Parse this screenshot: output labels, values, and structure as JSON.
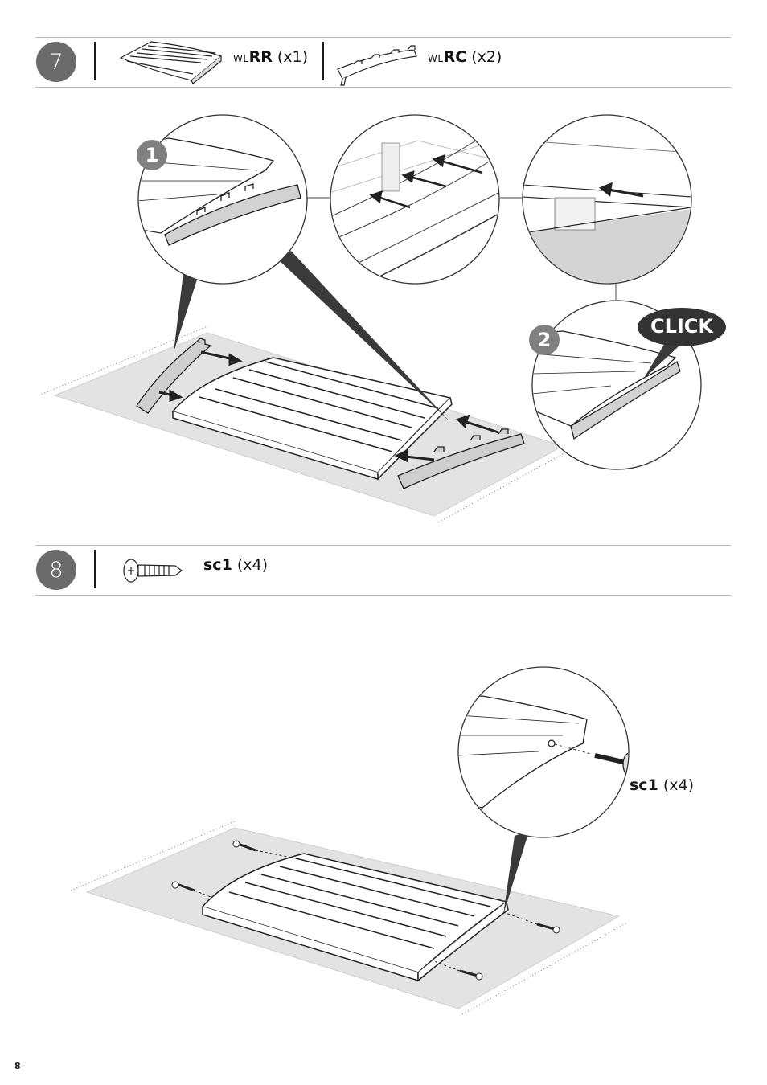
{
  "step7": {
    "number": "7",
    "parts": [
      {
        "prefix": "WL",
        "code": "RR",
        "qty": "(x1)"
      },
      {
        "prefix": "WL",
        "code": "RC",
        "qty": "(x2)"
      }
    ],
    "badges": {
      "one": "1",
      "two": "2"
    },
    "click_label": "CLICK"
  },
  "step8": {
    "number": "8",
    "part": {
      "code": "sc1",
      "qty": "(x4)"
    },
    "callout": {
      "code": "sc1",
      "qty": "(x4)"
    }
  },
  "page_number": "8",
  "icons": [
    "roof-panel-icon",
    "roof-cap-icon",
    "screw-icon"
  ],
  "colors": {
    "badge": "#6b6b6b",
    "mat": "#e3e3e3",
    "callout": "#3a3a3a"
  }
}
